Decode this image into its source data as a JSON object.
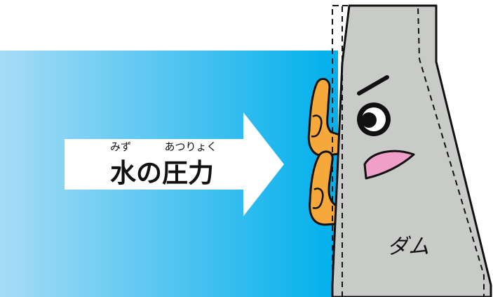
{
  "arrow": {
    "ruby_mizu": "みず",
    "ruby_atsuryoku": "あつりょく",
    "main_label": "水の圧力"
  },
  "dam": {
    "label": "ダム"
  },
  "colors": {
    "water_deep": "#00b0ec",
    "water_light": "#a6dcf6",
    "dam_fill": "#c9cbc8",
    "hand_fill": "#f6a83a",
    "mouth_fill": "#ef9fc8",
    "outline": "#111111"
  }
}
